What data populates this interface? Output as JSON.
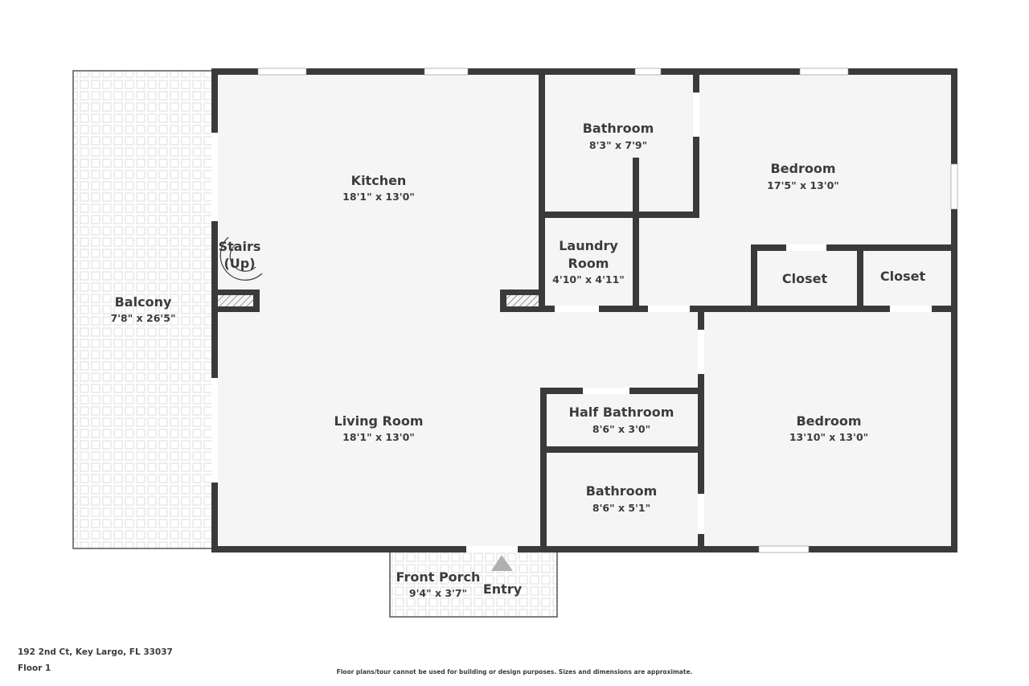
{
  "colors": {
    "wall": "#3a3a3a",
    "floor": "#f5f5f5",
    "tile_stroke": "#d9d9d9",
    "text": "#3c3c3c",
    "entry_arrow": "#b0b0b0"
  },
  "rooms": {
    "kitchen": {
      "name": "Kitchen",
      "dims": "18'1\" x 13'0\""
    },
    "living_room": {
      "name": "Living Room",
      "dims": "18'1\" x 13'0\""
    },
    "balcony": {
      "name": "Balcony",
      "dims": "7'8\" x 26'5\""
    },
    "bathroom_top": {
      "name": "Bathroom",
      "dims": "8'3\" x 7'9\""
    },
    "laundry": {
      "name_line1": "Laundry",
      "name_line2": "Room",
      "dims": "4'10\" x 4'11\""
    },
    "bedroom_top": {
      "name": "Bedroom",
      "dims": "17'5\" x 13'0\""
    },
    "closet_1": {
      "name": "Closet"
    },
    "closet_2": {
      "name": "Closet"
    },
    "half_bathroom": {
      "name": "Half Bathroom",
      "dims": "8'6\" x 3'0\""
    },
    "bathroom_bottom": {
      "name": "Bathroom",
      "dims": "8'6\" x 5'1\""
    },
    "bedroom_bottom": {
      "name": "Bedroom",
      "dims": "13'10\" x 13'0\""
    },
    "front_porch": {
      "name": "Front Porch",
      "dims": "9'4\" x 3'7\""
    }
  },
  "labels": {
    "stairs_line1": "Stairs",
    "stairs_line2": "(Up)",
    "entry": "Entry"
  },
  "footer": {
    "address": "192 2nd Ct, Key Largo, FL 33037",
    "floor": "Floor 1",
    "disclaimer": "Floor plans/tour cannot be used for building or design purposes. Sizes and dimensions are approximate."
  }
}
